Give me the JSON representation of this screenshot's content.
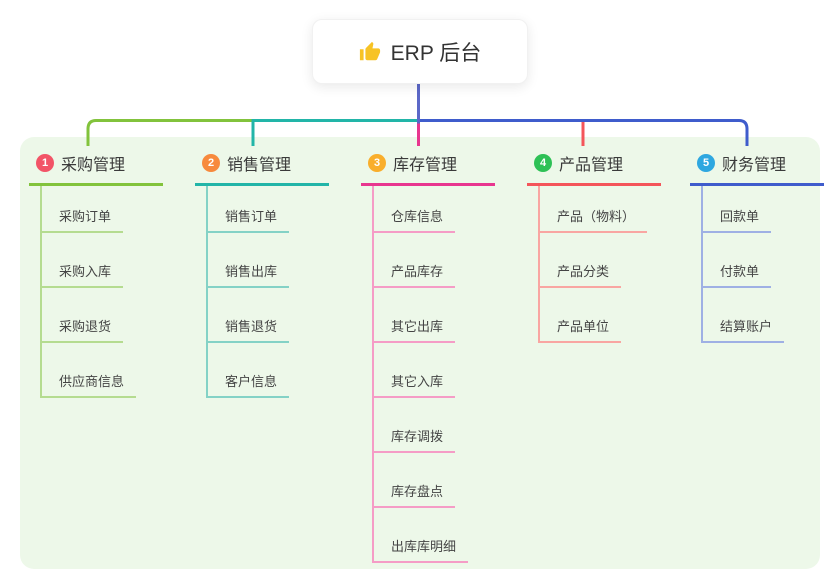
{
  "root": {
    "label": "ERP 后台",
    "icon": "thumbs-up-icon",
    "icon_color": "#f7c325",
    "line_color": "#5c68c8"
  },
  "branches": [
    {
      "number": "1",
      "label": "采购管理",
      "badge_color": "#f25467",
      "line_color": "#82c33c",
      "child_line_color": "#b5dc90",
      "children": [
        "采购订单",
        "采购入库",
        "采购退货",
        "供应商信息"
      ]
    },
    {
      "number": "2",
      "label": "销售管理",
      "badge_color": "#f78a3d",
      "line_color": "#22b5a8",
      "child_line_color": "#84d2c6",
      "children": [
        "销售订单",
        "销售出库",
        "销售退货",
        "客户信息"
      ]
    },
    {
      "number": "3",
      "label": "库存管理",
      "badge_color": "#f9ae2b",
      "line_color": "#e8368f",
      "child_line_color": "#f59cc6",
      "children": [
        "仓库信息",
        "产品库存",
        "其它出库",
        "其它入库",
        "库存调拨",
        "库存盘点",
        "出库库明细"
      ]
    },
    {
      "number": "4",
      "label": "产品管理",
      "badge_color": "#2ec156",
      "line_color": "#f4555a",
      "child_line_color": "#f9a6a2",
      "children": [
        "产品（物料）",
        "产品分类",
        "产品单位"
      ]
    },
    {
      "number": "5",
      "label": "财务管理",
      "badge_color": "#2ea7e0",
      "line_color": "#3f5ccc",
      "child_line_color": "#9fb0e4",
      "children": [
        "回款单",
        "付款单",
        "结算账户"
      ]
    }
  ]
}
